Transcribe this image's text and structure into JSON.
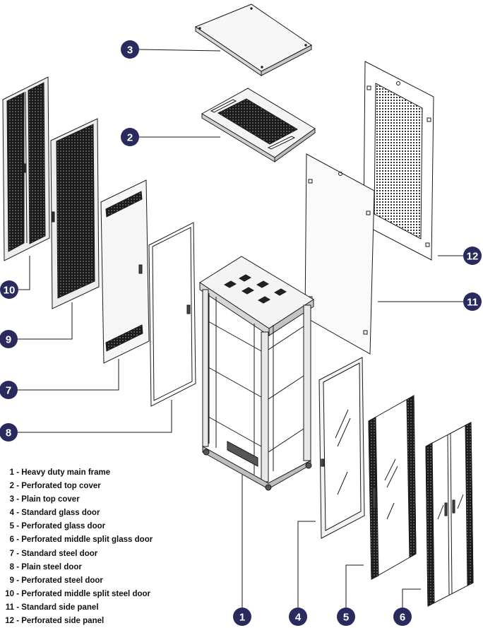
{
  "colors": {
    "badge": "#2b2a5e",
    "line": "#1a1a1a",
    "panel": "#f2f2f2",
    "mesh": "#1b1b1b"
  },
  "callouts": [
    "1",
    "2",
    "3",
    "4",
    "5",
    "6",
    "7",
    "8",
    "9",
    "10",
    "11",
    "12"
  ],
  "legend": [
    {
      "num": "1",
      "sep": " - ",
      "label": "Heavy duty main frame"
    },
    {
      "num": "2",
      "sep": " - ",
      "label": "Perforated top cover"
    },
    {
      "num": "3",
      "sep": " - ",
      "label": "Plain top cover"
    },
    {
      "num": "4",
      "sep": " - ",
      "label": "Standard glass door"
    },
    {
      "num": "5",
      "sep": " - ",
      "label": "Perforated glass door"
    },
    {
      "num": "6",
      "sep": " - ",
      "label": "Perforated middle split glass door"
    },
    {
      "num": "7",
      "sep": " - ",
      "label": "Standard steel door"
    },
    {
      "num": "8",
      "sep": " - ",
      "label": "Plain steel door"
    },
    {
      "num": "9",
      "sep": " - ",
      "label": "Perforated steel door"
    },
    {
      "num": "10",
      "sep": " - ",
      "label": "Perforated middle split steel door"
    },
    {
      "num": "11",
      "sep": " - ",
      "label": "Standard side panel"
    },
    {
      "num": "12",
      "sep": " - ",
      "label": "Perforated side panel"
    }
  ]
}
